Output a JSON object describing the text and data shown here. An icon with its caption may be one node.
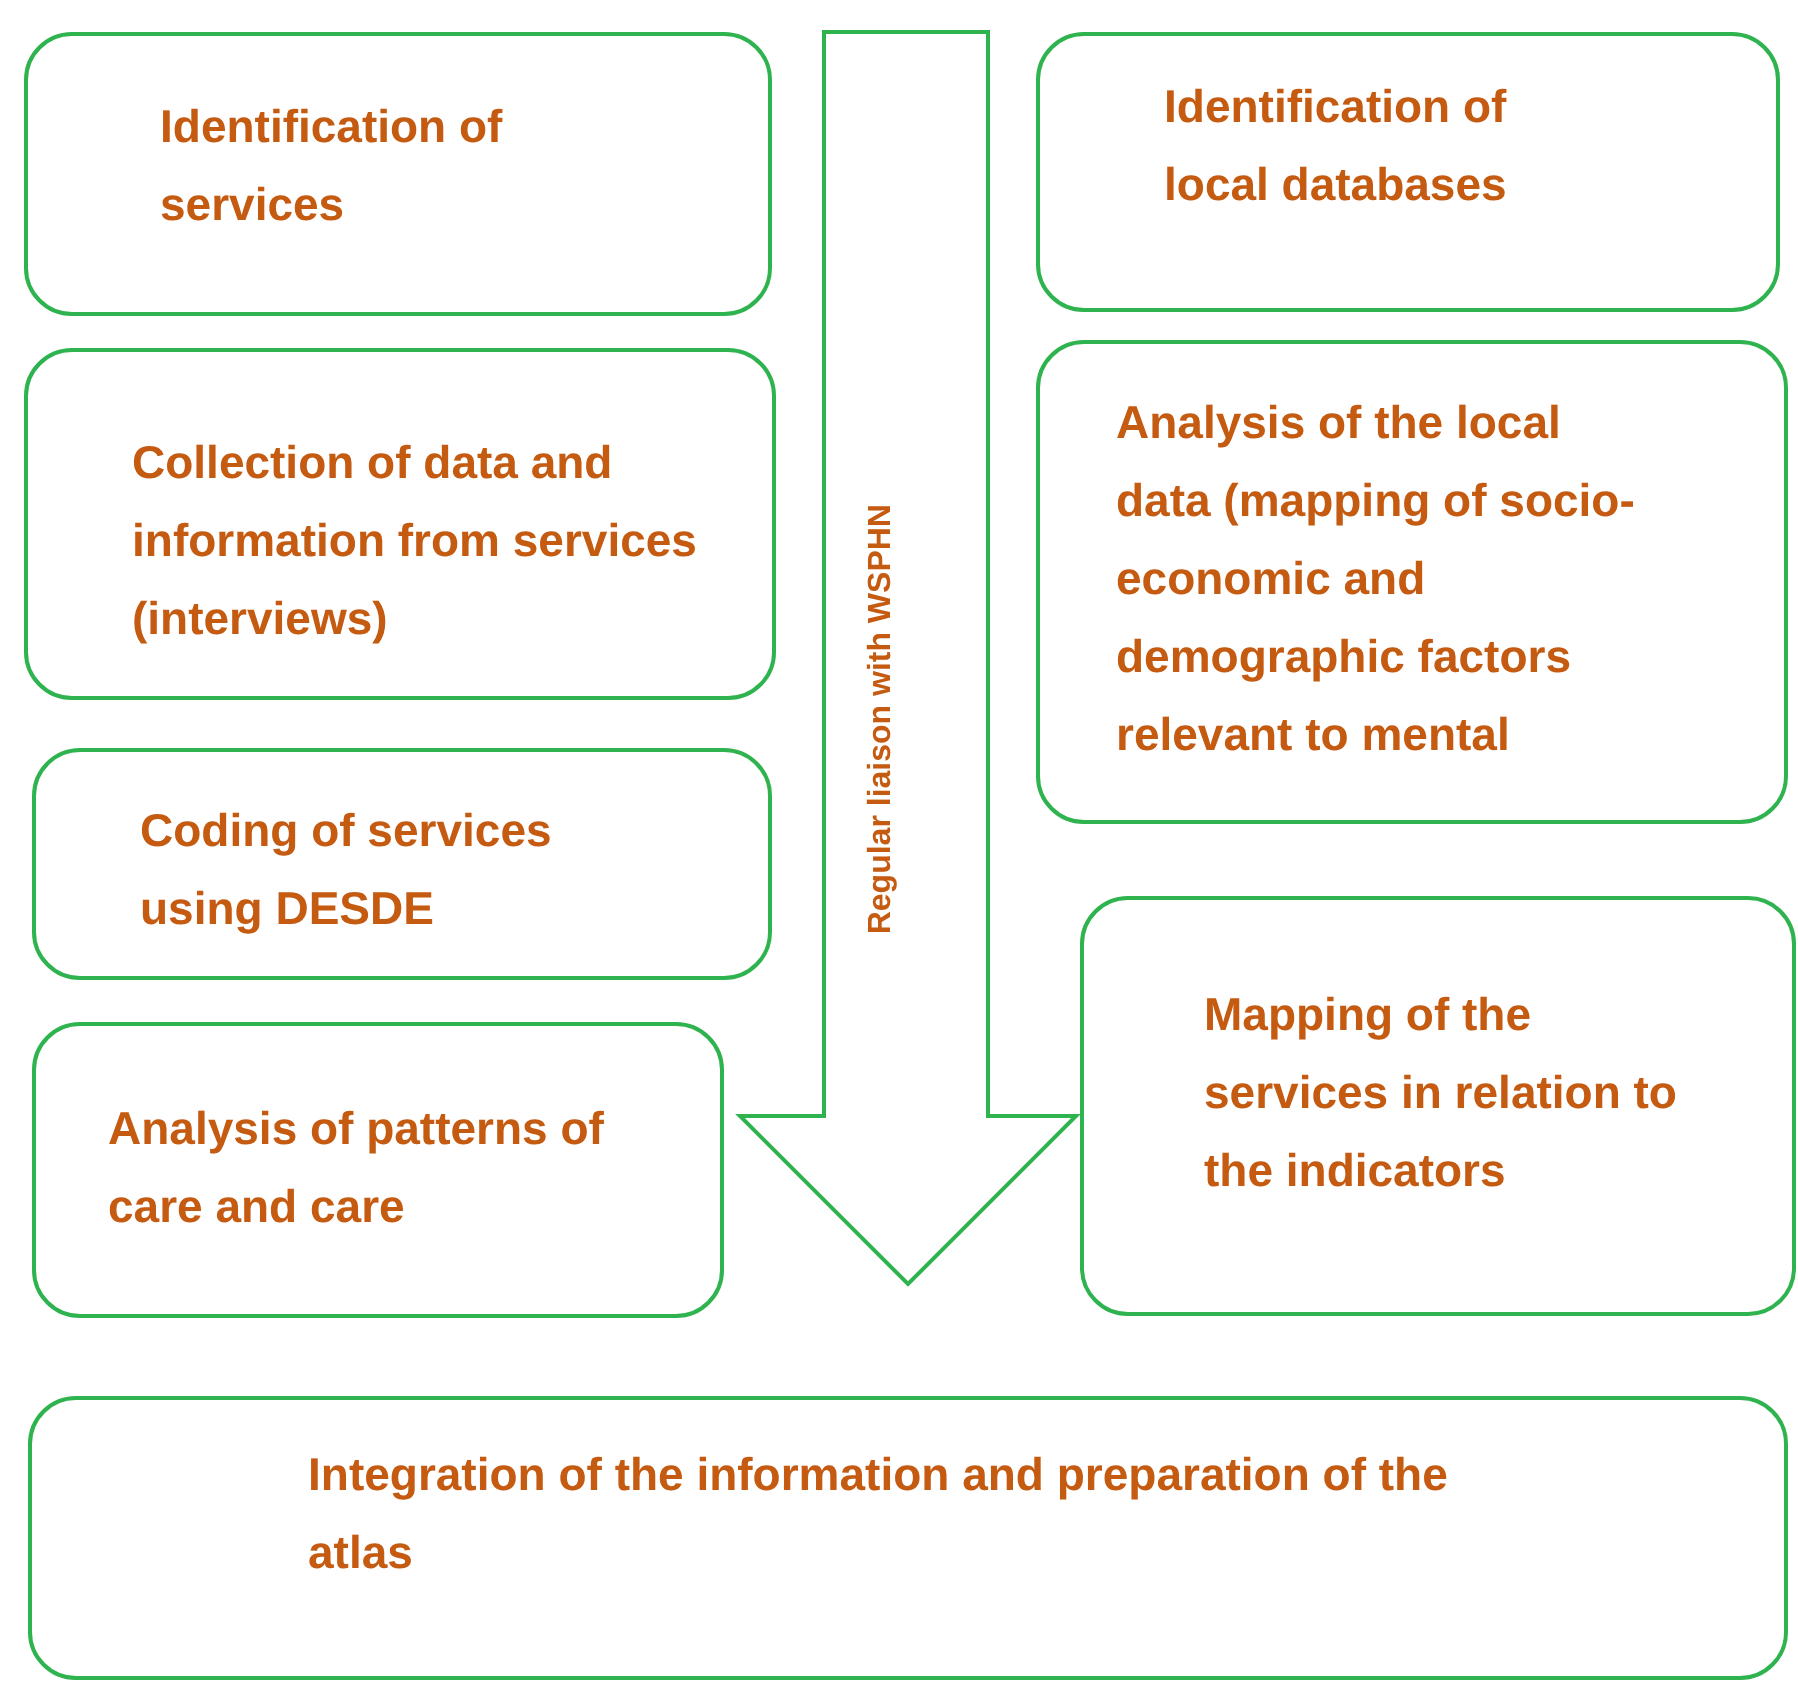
{
  "diagram": {
    "nodes": [
      {
        "text": [
          "Identification of services"
        ]
      },
      {
        "text": [
          "Collection of data and information from services (interviews)"
        ]
      },
      {
        "text": [
          "Coding of services using DESDE"
        ]
      },
      {
        "text": [
          "Analysis of patterns of care and care"
        ]
      },
      {
        "text": [
          "Regular liaison with WSPHN"
        ]
      },
      {
        "text": [
          "Identification of local databases"
        ]
      },
      {
        "text": [
          "Analysis of the local data (mapping of socio-economic and demographic factors relevant to mental"
        ]
      },
      {
        "text": [
          "Mapping of the services in relation to the indicators"
        ]
      },
      {
        "text": [
          "Integration of the information and preparation of the atlas"
        ]
      }
    ]
  }
}
